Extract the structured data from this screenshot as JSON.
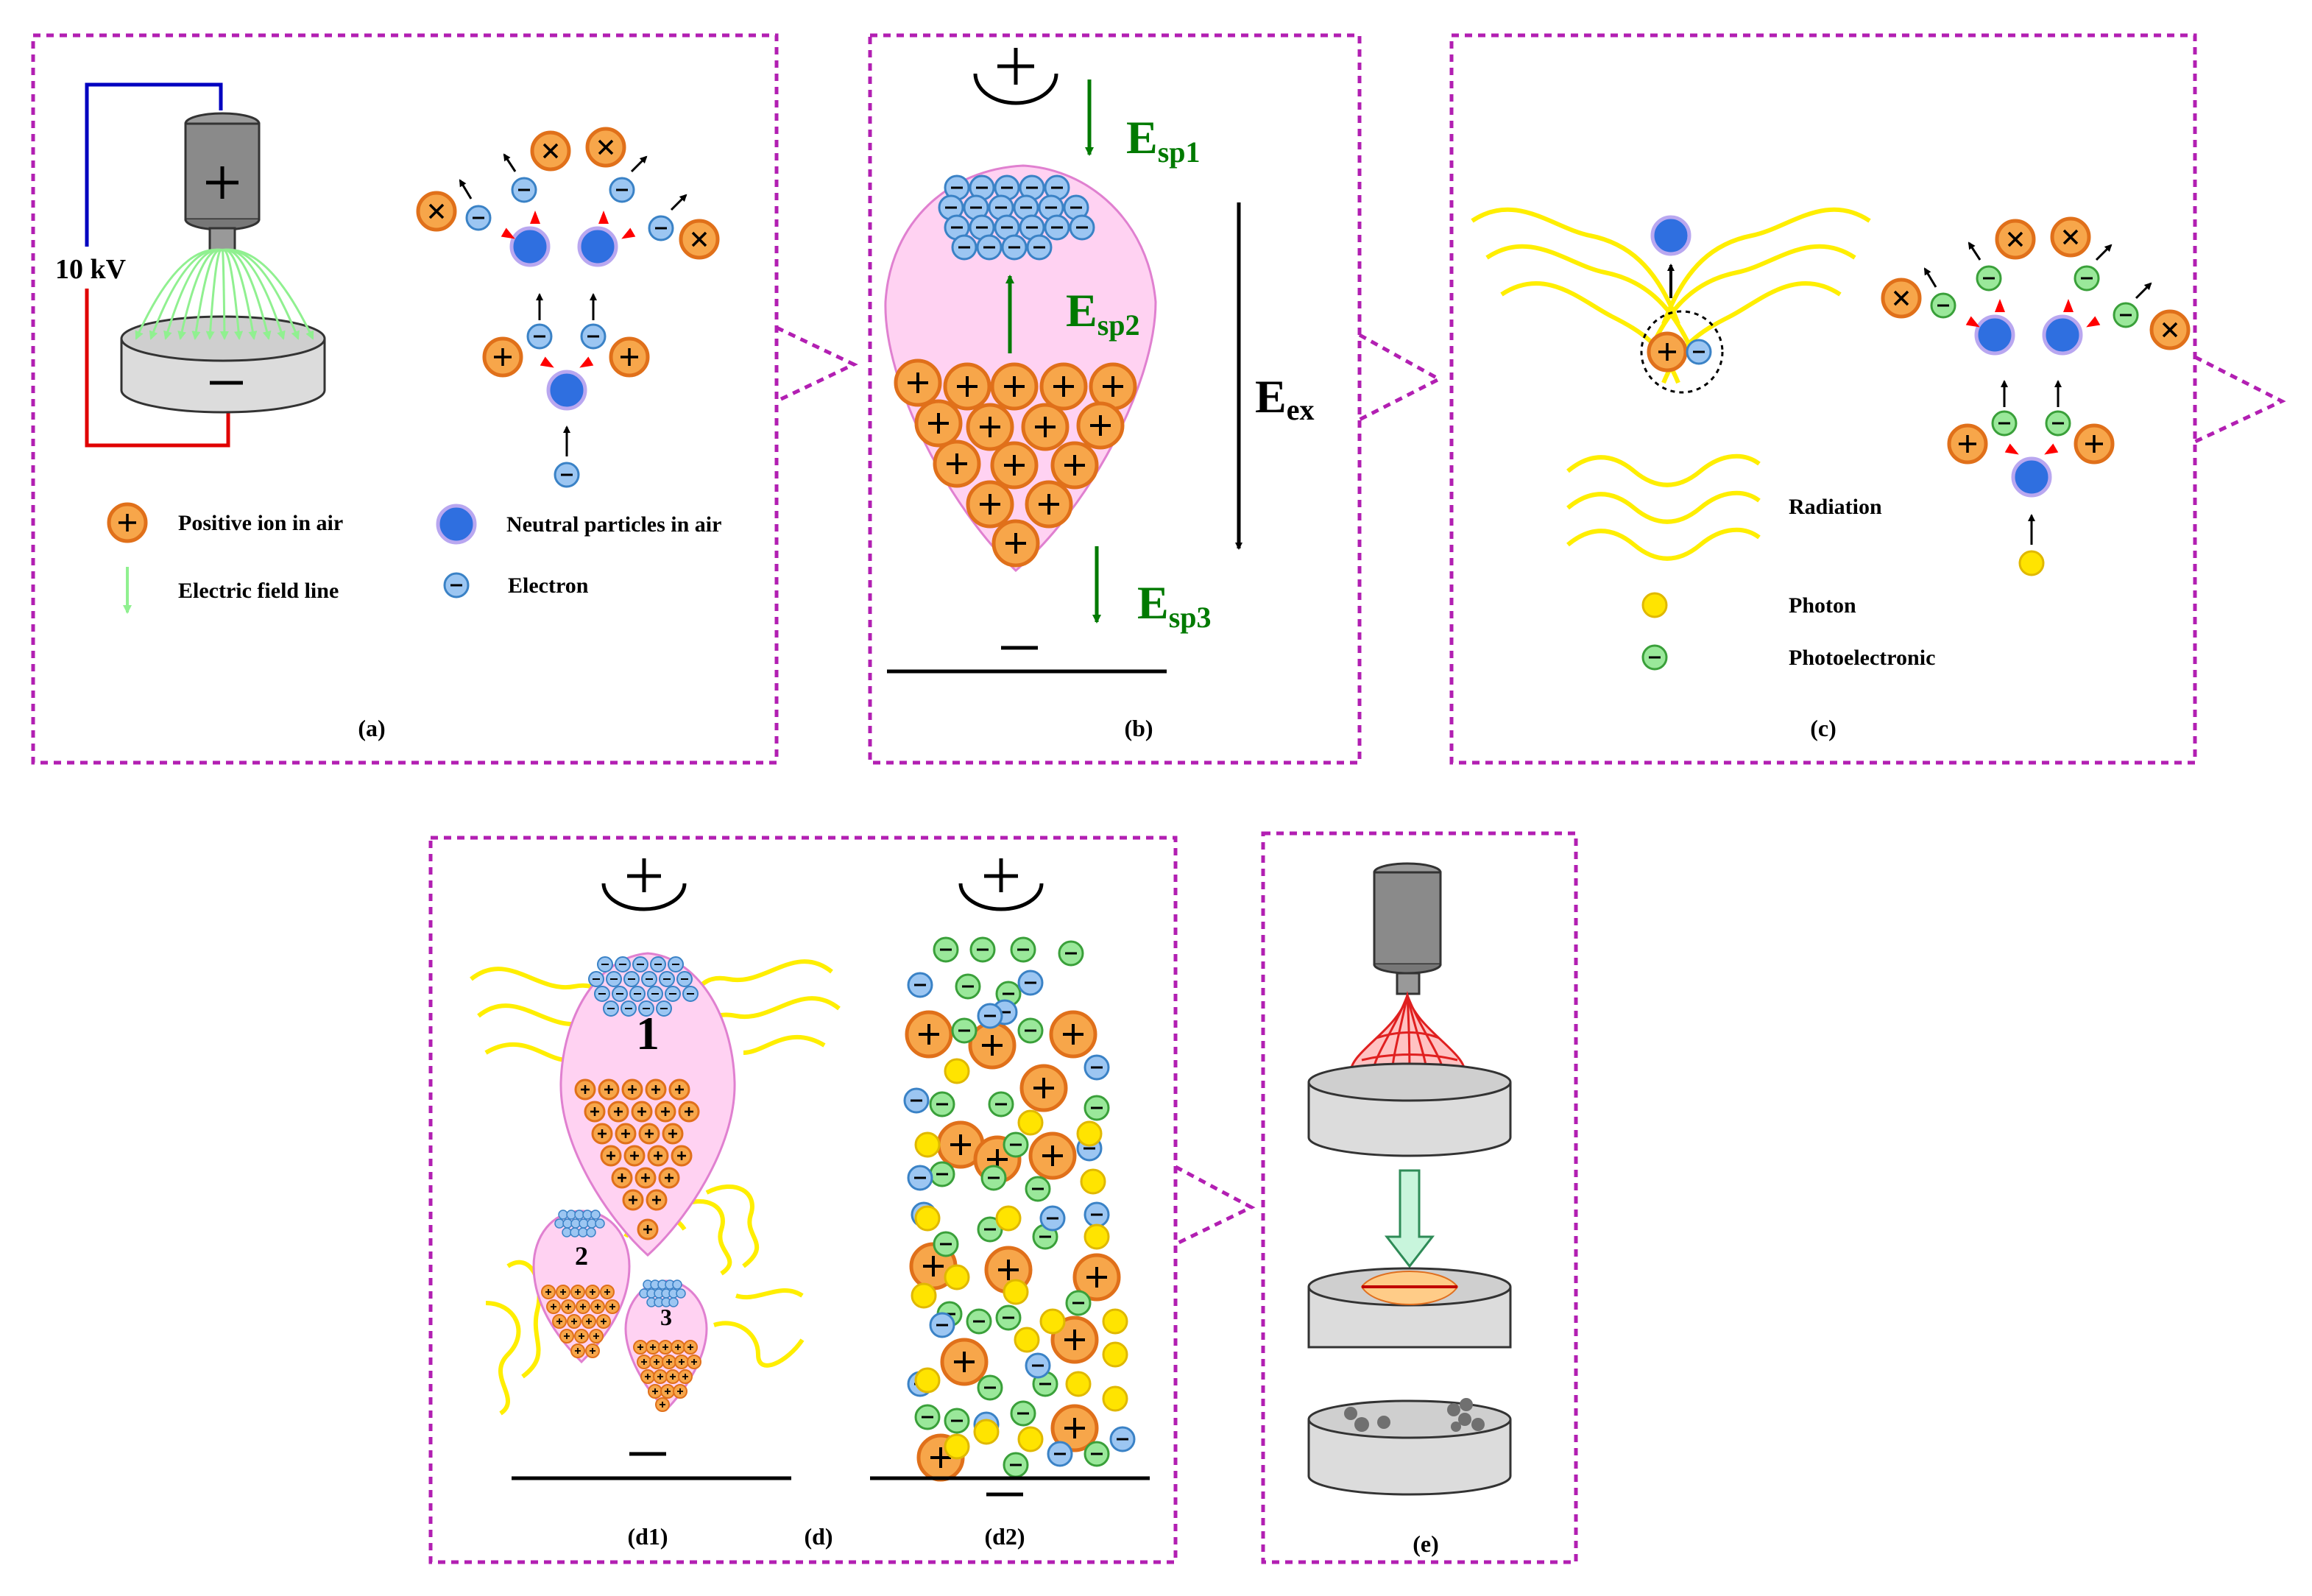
{
  "panels": {
    "a": {
      "caption": "(a)",
      "voltage": "10 kV",
      "legend": {
        "positive_ion": "Positive ion in air",
        "neutral": "Neutral particles in air",
        "field_line": "Electric field line",
        "electron": "Electron"
      }
    },
    "b": {
      "caption": "(b)",
      "e_sp1_main": "E",
      "e_sp1_sub": "sp1",
      "e_sp2_main": "E",
      "e_sp2_sub": "sp2",
      "e_sp3_main": "E",
      "e_sp3_sub": "sp3",
      "e_ex_main": "E",
      "e_ex_sub": "ex"
    },
    "c": {
      "caption": "(c)",
      "legend": {
        "radiation": "Radiation",
        "photon": "Photon",
        "photoelectron": "Photoelectronic"
      }
    },
    "d": {
      "caption": "(d)",
      "d1": "(d1)",
      "d2": "(d2)",
      "avalanche_1": "1",
      "avalanche_2": "2",
      "avalanche_3": "3"
    },
    "e": {
      "caption": "(e)"
    }
  },
  "colors": {
    "frame": "#b21fb2",
    "ion_fill": "#f7a64a",
    "ion_stroke": "#e0701a",
    "neutral_fill": "#2f6fe0",
    "neutral_stroke": "#b9a7f0",
    "electron_fill": "#9cc6f2",
    "electron_stroke": "#3a82c6",
    "photoelectron_fill": "#9ae89a",
    "photon_fill": "#ffe400",
    "streamer_fill": "#ffd2f2",
    "field_green": "#007a00",
    "field_line": "#90f090",
    "radiation": "#ffee00"
  }
}
